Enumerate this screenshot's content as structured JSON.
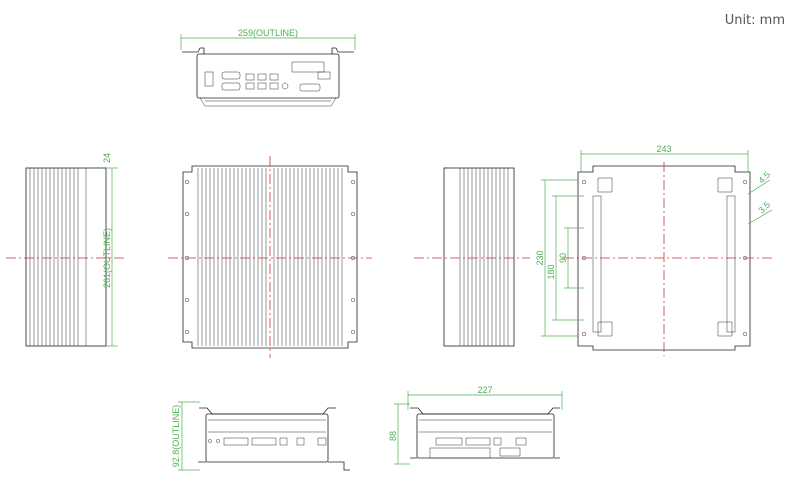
{
  "unit_label": "Unit: mm",
  "dimensions": {
    "top_width": "259(OUTLINE)",
    "side_depth": "261(OUTLINE)",
    "side_flange": "24",
    "bottom_width": "243",
    "mount_h1": "230",
    "mount_h2": "180",
    "mount_h3": "90",
    "hole_a": "4.5",
    "hole_b": "3.5",
    "front_height": "92.8(OUTLINE)",
    "rear_height": "88",
    "rear_width": "227"
  },
  "colors": {
    "dimension": "#4caf50",
    "centerline": "#d32f2f",
    "outline": "#222222"
  }
}
